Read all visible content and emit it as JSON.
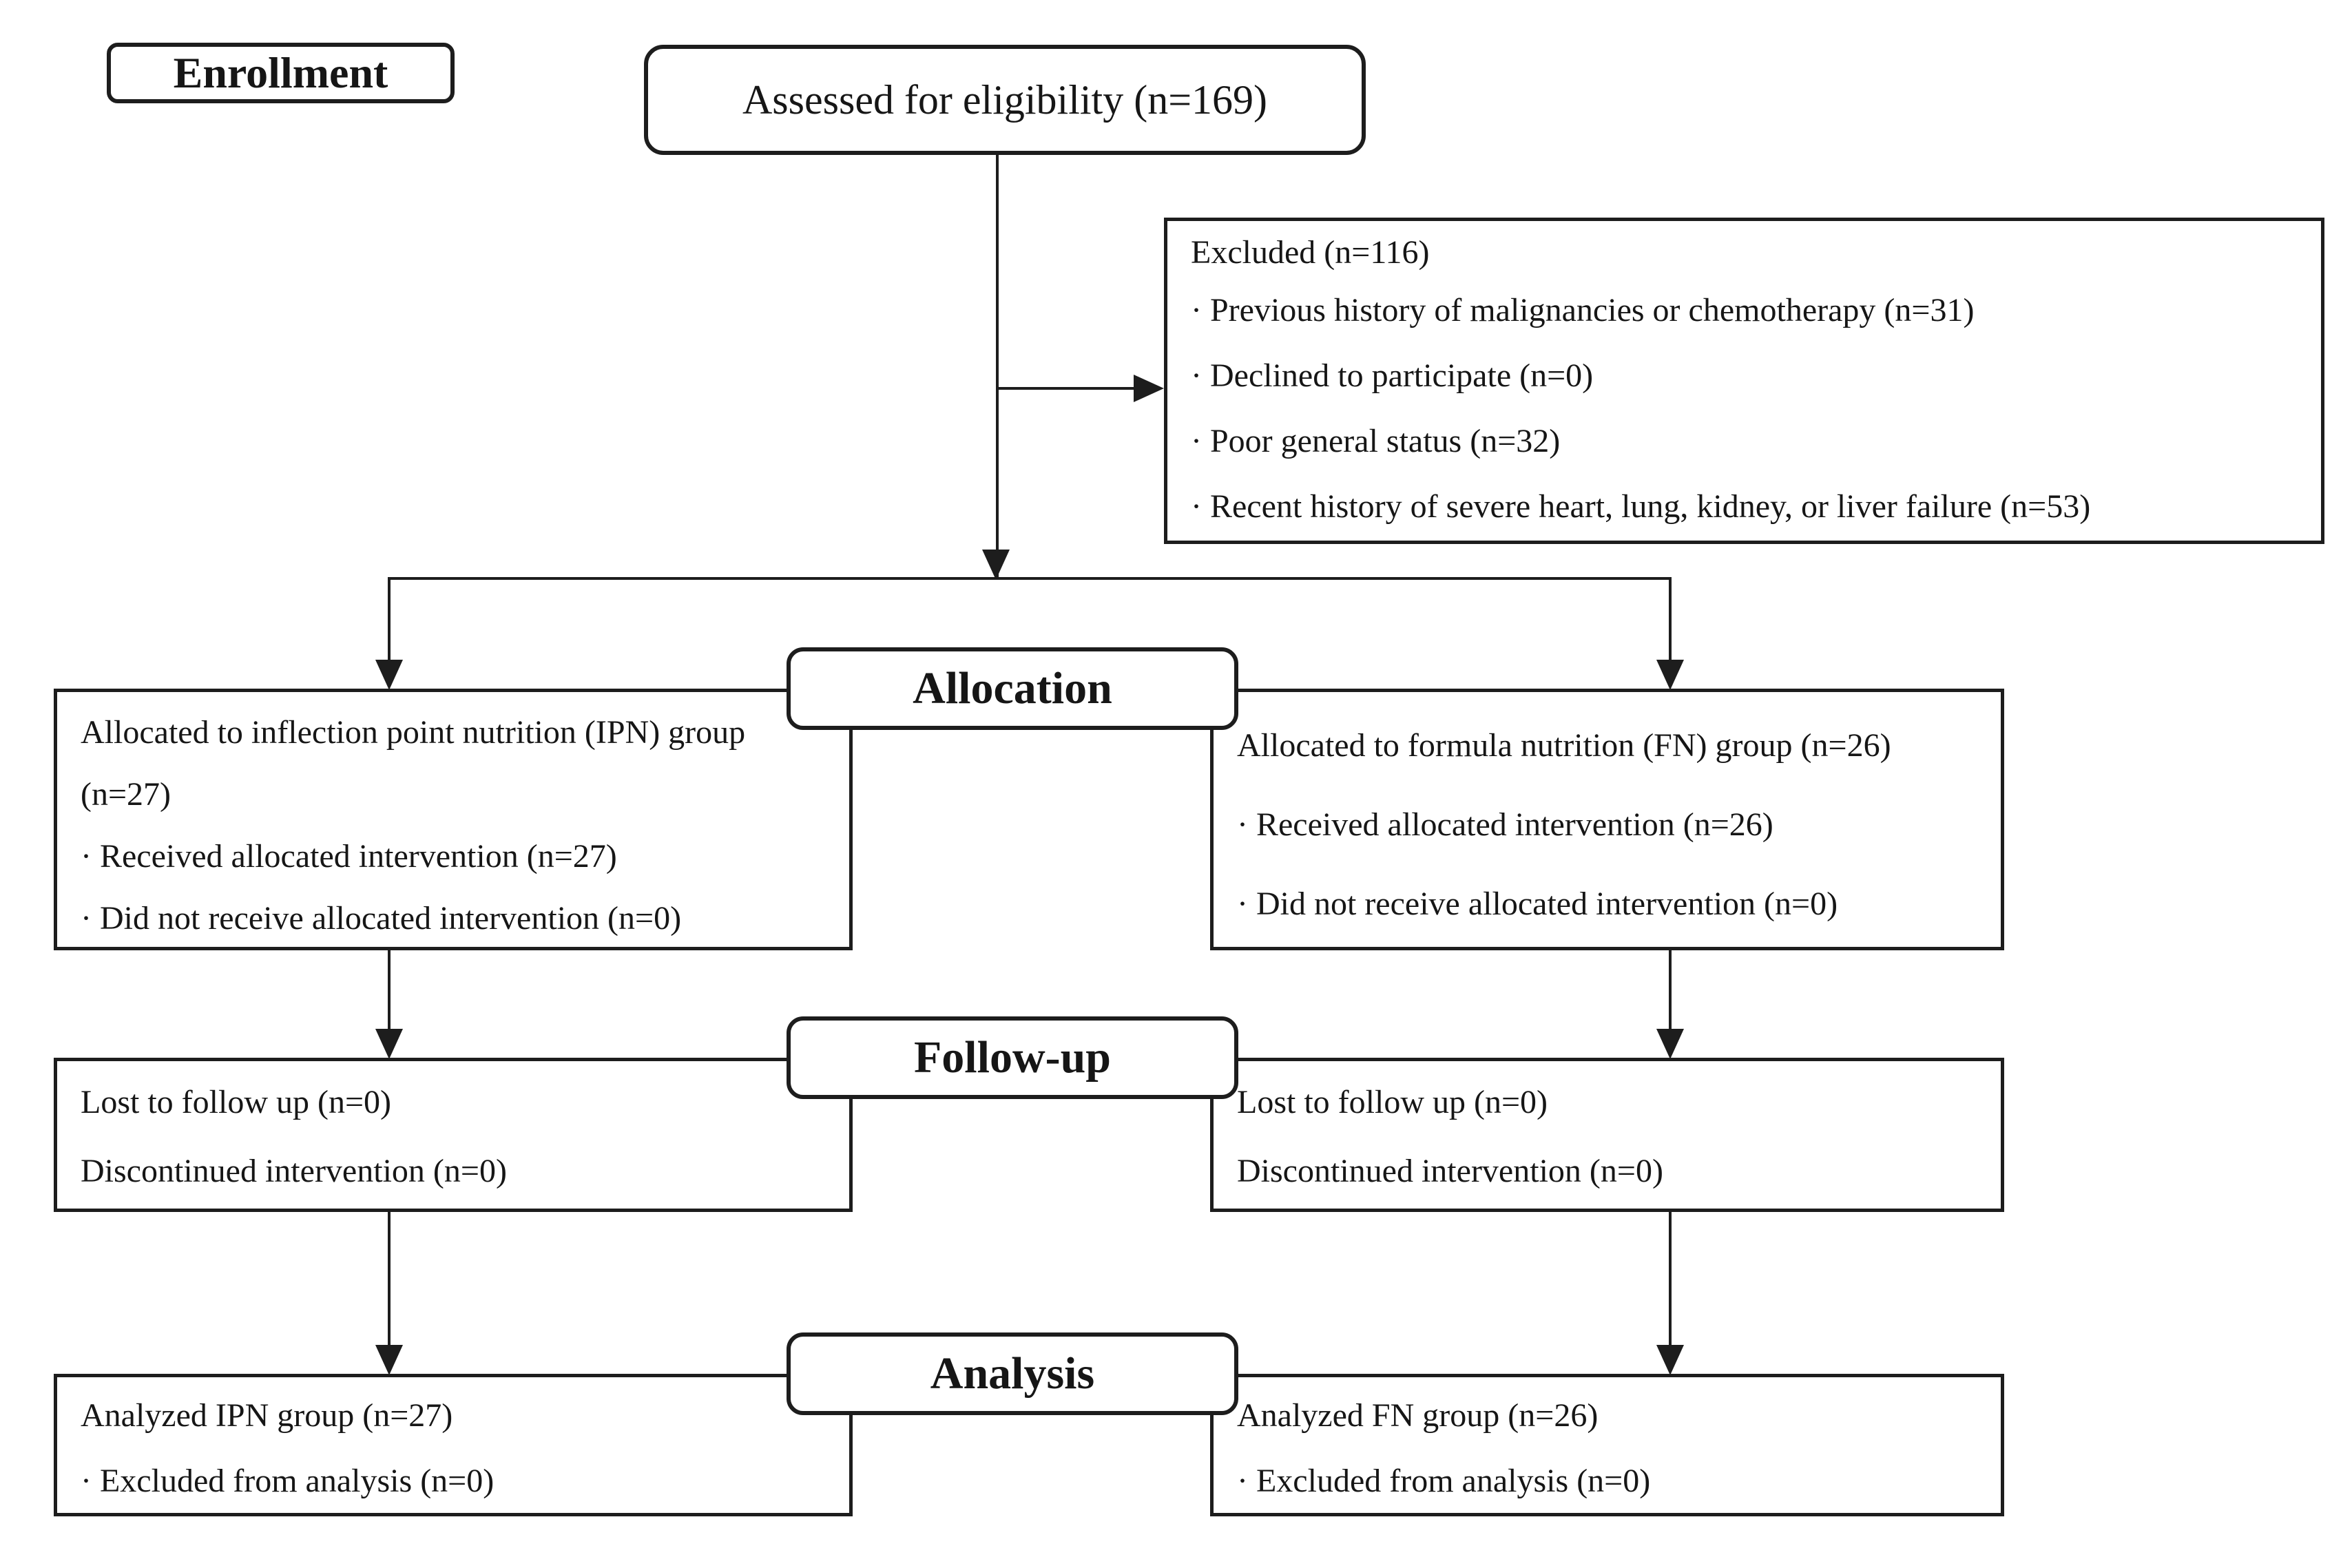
{
  "colors": {
    "ink": "#1d1d1d",
    "background": "#ffffff"
  },
  "stages": {
    "enrollment": "Enrollment",
    "allocation": "Allocation",
    "followup": "Follow-up",
    "analysis": "Analysis"
  },
  "assessed": {
    "text": "Assessed for eligibility (n=169)"
  },
  "excluded": {
    "title": "Excluded (n=116)",
    "items": [
      "· Previous history of malignancies or chemotherapy (n=31)",
      "· Declined to participate (n=0)",
      "· Poor general status (n=32)",
      "· Recent history of severe heart, lung, kidney, or liver failure (n=53)"
    ]
  },
  "allocation": {
    "ipn": {
      "lines": [
        "Allocated to inflection point nutrition (IPN) group",
        "(n=27)",
        "· Received allocated intervention (n=27)",
        "· Did not receive allocated intervention (n=0)"
      ]
    },
    "fn": {
      "lines": [
        "Allocated to formula nutrition (FN) group (n=26)",
        "· Received allocated intervention (n=26)",
        "· Did not receive allocated intervention (n=0)"
      ]
    }
  },
  "followup": {
    "ipn": {
      "lines": [
        "Lost to follow up (n=0)",
        "Discontinued intervention (n=0)"
      ]
    },
    "fn": {
      "lines": [
        "Lost to follow up (n=0)",
        "Discontinued intervention (n=0)"
      ]
    }
  },
  "analysis": {
    "ipn": {
      "lines": [
        "Analyzed IPN group (n=27)",
        "· Excluded from analysis (n=0)"
      ]
    },
    "fn": {
      "lines": [
        "Analyzed FN group (n=26)",
        "· Excluded from analysis (n=0)"
      ]
    }
  }
}
